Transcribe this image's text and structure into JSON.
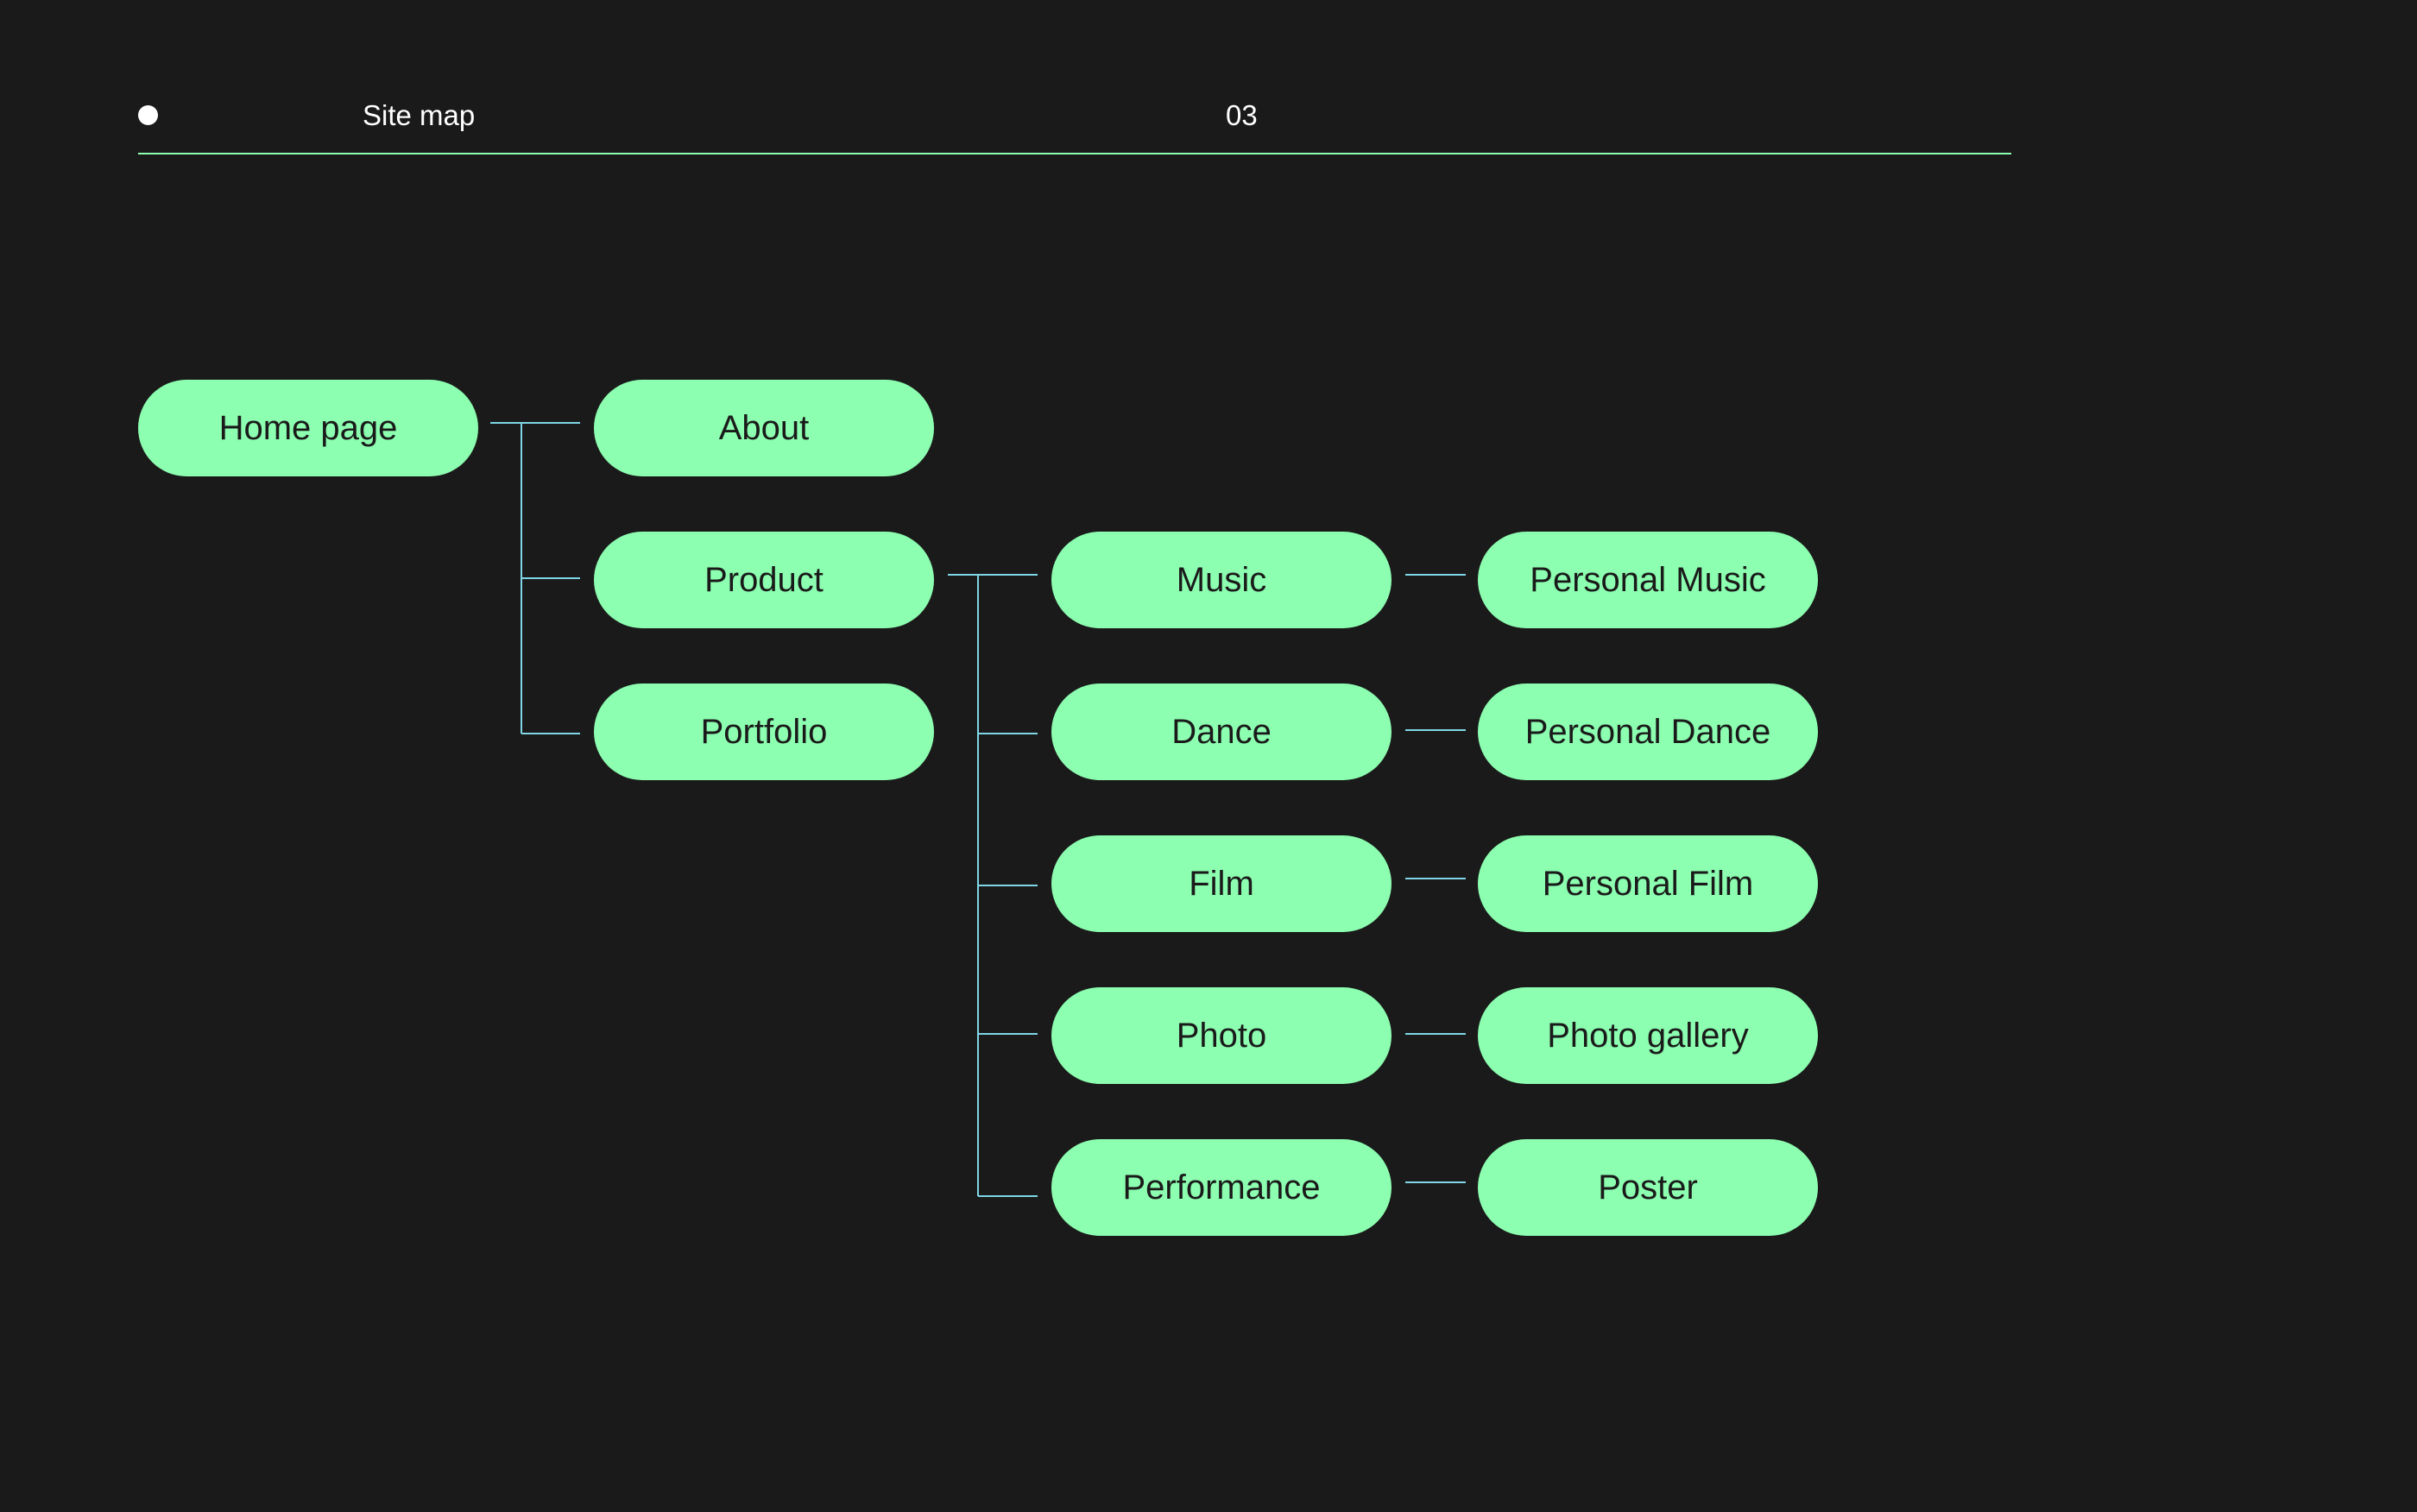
{
  "header": {
    "title": "Site map",
    "page_number": "03"
  },
  "colors": {
    "background": "#1a1a1a",
    "node_fill": "#8cffb0",
    "connector": "#7fd6e6",
    "rule": "#8cffb0"
  },
  "sitemap": {
    "root": "Home page",
    "level1": [
      "About",
      "Product",
      "Portfolio"
    ],
    "level2": [
      "Music",
      "Dance",
      "Film",
      "Photo",
      "Performance"
    ],
    "level3": [
      "Personal Music",
      "Personal Dance",
      "Personal Film",
      "Photo gallery",
      "Poster"
    ]
  }
}
